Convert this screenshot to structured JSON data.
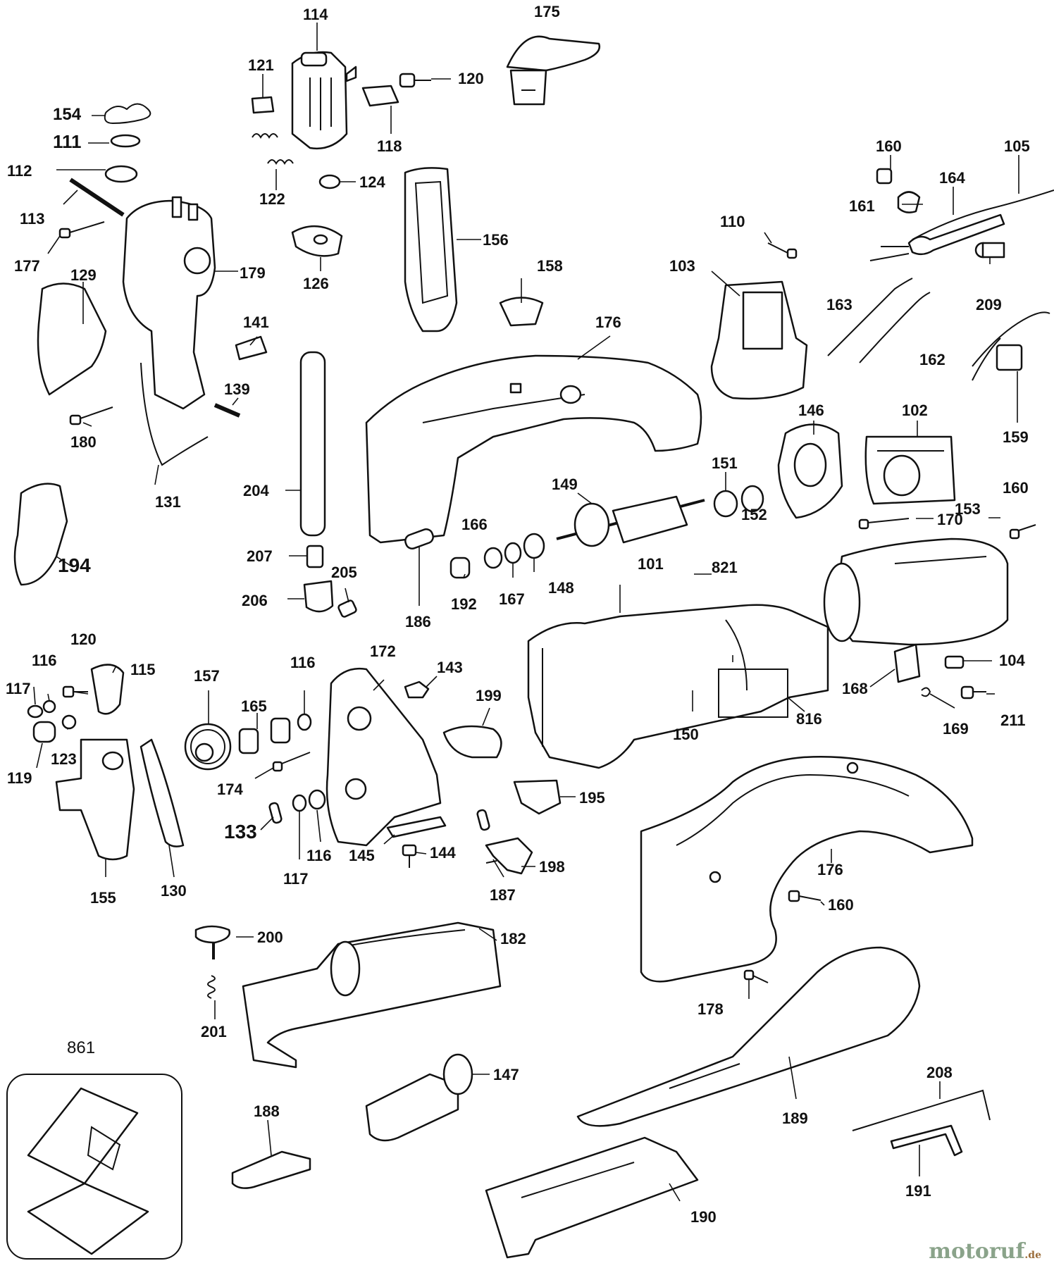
{
  "watermark": {
    "brand": "motoruf",
    "suffix": ".de"
  },
  "labels": {
    "l114": "114",
    "l175": "175",
    "l121": "121",
    "l120a": "120",
    "l154": "154",
    "l111": "111",
    "l112": "112",
    "l118": "118",
    "l122": "122",
    "l124": "124",
    "l113": "113",
    "l177": "177",
    "l179": "179",
    "l156": "156",
    "l126": "126",
    "l129": "129",
    "l160a": "160",
    "l105": "105",
    "l161": "161",
    "l164": "164",
    "l110": "110",
    "l103": "103",
    "l209": "209",
    "l158": "158",
    "l163": "163",
    "l162": "162",
    "l176a": "176",
    "l159": "159",
    "l141": "141",
    "l139": "139",
    "l180": "180",
    "l131": "131",
    "l204": "204",
    "l146": "146",
    "l102": "102",
    "l151": "151",
    "l149": "149",
    "l166": "166",
    "l152": "152",
    "l170": "170",
    "l160b": "160",
    "l153": "153",
    "l207": "207",
    "l194": "194",
    "l205": "205",
    "l101": "101",
    "l821": "821",
    "l206": "206",
    "l192": "192",
    "l167": "167",
    "l148": "148",
    "l186": "186",
    "l120b": "120",
    "l116a": "116",
    "l115": "115",
    "l157": "157",
    "l116b": "116",
    "l172": "172",
    "l143": "143",
    "l104": "104",
    "l117a": "117",
    "l165": "165",
    "l199": "199",
    "l168": "168",
    "l816": "816",
    "l169": "169",
    "l211": "211",
    "l123": "123",
    "l119": "119",
    "l150": "150",
    "l174": "174",
    "l195": "195",
    "l133": "133",
    "l116c": "116",
    "l145": "145",
    "l144": "144",
    "l176b": "176",
    "l117b": "117",
    "l198": "198",
    "l155": "155",
    "l130": "130",
    "l187": "187",
    "l160c": "160",
    "l200": "200",
    "l182": "182",
    "l178": "178",
    "l201": "201",
    "l861": "861",
    "l147": "147",
    "l208": "208",
    "l188": "188",
    "l189": "189",
    "l191": "191",
    "l190": "190"
  }
}
